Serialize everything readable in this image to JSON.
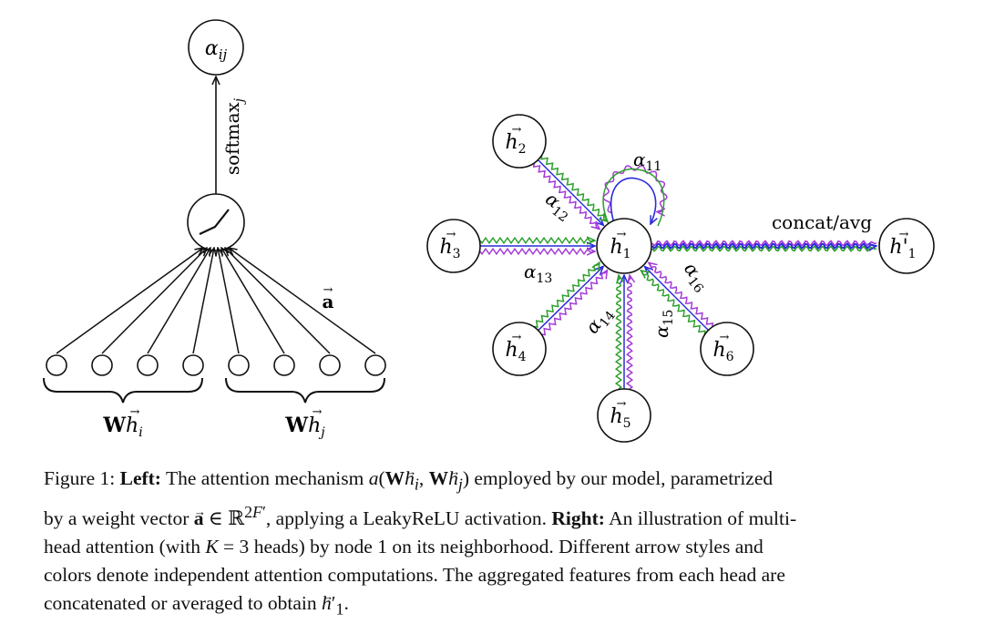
{
  "left_diagram": {
    "output_node": "α_ij",
    "softmax_label": "softmax_j",
    "weight_vector_label": "a",
    "group_left_label": "W h_i",
    "group_right_label": "W h_j"
  },
  "right_diagram": {
    "center_node": "h_1",
    "neighbors": [
      "h_2",
      "h_3",
      "h_4",
      "h_5",
      "h_6"
    ],
    "output_node": "h'_1",
    "edge_labels": [
      "α_11",
      "α_12",
      "α_13",
      "α_14",
      "α_15",
      "α_16"
    ],
    "concat_label": "concat/avg"
  },
  "colors": {
    "head_blue": "#2a2adb",
    "head_green": "#2ca02c",
    "head_purple": "#a33ad8"
  },
  "caption": {
    "figure_label": "Figure 1:",
    "left_label": "Left:",
    "text_1": "The attention mechanism",
    "text_2": "employed by our model, parametrized",
    "text_3": "by a weight vector",
    "text_4": ", applying a LeakyReLU activation.",
    "right_label": "Right:",
    "text_5": "An illustration of multi-",
    "text_6": "head attention (with",
    "text_7": "heads) by node 1 on its neighborhood.  Different arrow styles and",
    "text_8": "colors denote independent attention computations.  The aggregated features from each head are",
    "text_9": "concatenated or averaged to obtain"
  }
}
